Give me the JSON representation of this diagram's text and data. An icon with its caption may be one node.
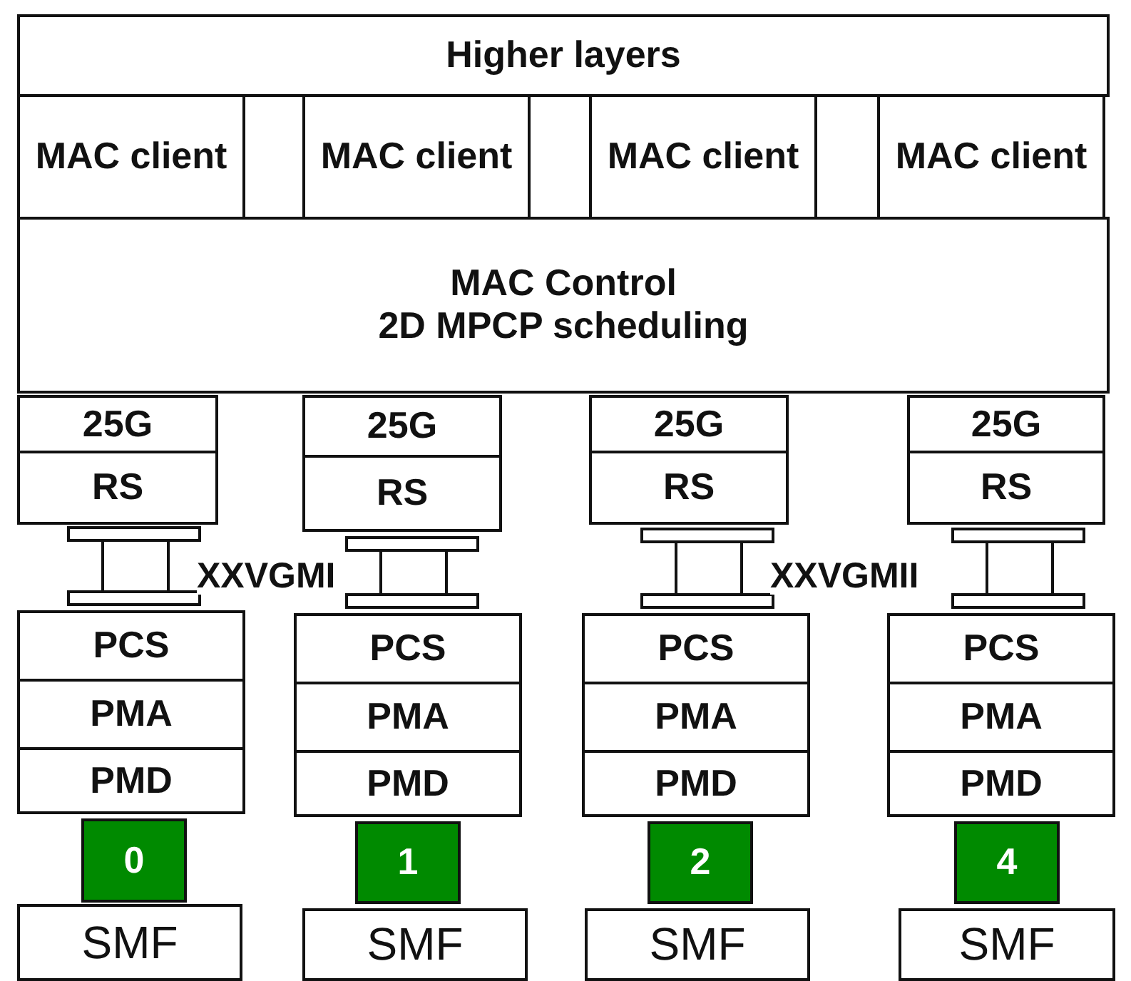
{
  "diagram": {
    "nodes": [
      {
        "text": [
          "Higher layers"
        ]
      },
      {
        "text": [
          "MAC client"
        ]
      },
      {
        "text": [
          "MAC client"
        ]
      },
      {
        "text": [
          "MAC client"
        ]
      },
      {
        "text": [
          "MAC client"
        ]
      },
      {
        "text": [
          "MAC Control",
          "2D MPCP scheduling"
        ]
      },
      {
        "text": [
          "25G"
        ]
      },
      {
        "text": [
          "25G"
        ]
      },
      {
        "text": [
          "25G"
        ]
      },
      {
        "text": [
          "25G"
        ]
      },
      {
        "text": [
          "RS"
        ]
      },
      {
        "text": [
          "RS"
        ]
      },
      {
        "text": [
          "RS"
        ]
      },
      {
        "text": [
          "RS"
        ]
      },
      {
        "text": [
          "PCS"
        ]
      },
      {
        "text": [
          "PCS"
        ]
      },
      {
        "text": [
          "PCS"
        ]
      },
      {
        "text": [
          "PCS"
        ]
      },
      {
        "text": [
          "PMA"
        ]
      },
      {
        "text": [
          "PMA"
        ]
      },
      {
        "text": [
          "PMA"
        ]
      },
      {
        "text": [
          "PMA"
        ]
      },
      {
        "text": [
          "PMD"
        ]
      },
      {
        "text": [
          "PMD"
        ]
      },
      {
        "text": [
          "PMD"
        ]
      },
      {
        "text": [
          "PMD"
        ]
      },
      {
        "text": [
          "0"
        ]
      },
      {
        "text": [
          "1"
        ]
      },
      {
        "text": [
          "2"
        ]
      },
      {
        "text": [
          "4"
        ]
      },
      {
        "text": [
          "SMF"
        ]
      },
      {
        "text": [
          "SMF"
        ]
      },
      {
        "text": [
          "SMF"
        ]
      },
      {
        "text": [
          "SMF"
        ]
      }
    ],
    "labels": [
      "XXVGMI",
      "XXVGMII"
    ]
  }
}
